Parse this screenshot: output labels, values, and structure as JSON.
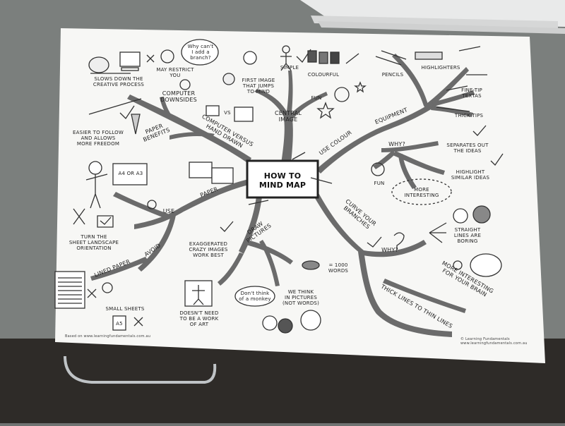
{
  "photo": {
    "background": "Photo of a printed mind map sheet on a desk"
  },
  "center": {
    "title": "HOW TO\nMIND MAP"
  },
  "labels": {
    "computer_downsides": "COMPUTER\nDOWNSIDES",
    "slows_down": "SLOWS DOWN THE\nCREATIVE PROCESS",
    "may_restrict": "MAY RESTRICT\nYOU",
    "bubble_branch": "Why can't\nI add a\nbranch?",
    "first_image": "FIRST IMAGE\nTHAT JUMPS\nTO MIND",
    "simple": "SIMPLE",
    "colourful": "COLOURFUL",
    "central_image": "CENTRAL\nIMAGE",
    "fun_top": "FUN",
    "computer_vs": "COMPUTER VERSUS\nHAND DRAWN",
    "vs": "VS",
    "paper_benefits": "PAPER\nBENEFITS",
    "easier": "EASIER TO FOLLOW\nAND ALLOWS\nMORE FREEDOM",
    "a4_or_a3": "A4 OR A3",
    "paper": "PAPER",
    "use": "USE",
    "turn_sheet": "TURN THE\nSHEET LANDSCAPE\nORIENTATION",
    "avoid": "AVOID",
    "lined_paper": "LINED PAPER",
    "small_sheets": "SMALL SHEETS",
    "a5": "A5",
    "exaggerated": "EXAGGERATED\nCRAZY IMAGES\nWORK BEST",
    "draw_pictures": "DRAW\nPICTURES",
    "doesnt_need": "DOESN'T NEED\nTO BE A WORK\nOF ART",
    "bubble_monkey": "Don't think\nof a monkey",
    "we_think": "WE THINK\nIN PICTURES\n(NOT WORDS)",
    "thousand_words": "= 1000\nWORDS",
    "use_colour": "USE COLOUR",
    "equipment": "EQUIPMENT",
    "pencils": "PENCILS",
    "highlighters": "HIGHLIGHTERS",
    "fine_tip": "FINE-TIP\nTEXTAS",
    "thick_tips": "THICK TIPS",
    "why_top": "WHY?",
    "separates": "SEPARATES OUT\nTHE IDEAS",
    "highlight_similar": "HIGHLIGHT\nSIMILAR IDEAS",
    "fun_mid": "FUN",
    "more_interesting": "MORE\nINTERESTING",
    "curve_branches": "CURVE YOUR\nBRANCHES",
    "why_bottom": "WHY?",
    "straight_lines": "STRAIGHT\nLINES ARE\nBORING",
    "more_interesting_brain": "MORE INTERESTING\nFOR YOUR BRAIN",
    "thick_to_thin": "THICK LINES TO THIN LINES",
    "footer_left": "Based on www.learningfundamentals.com.au",
    "footer_right": "© Learning Fundamentals\nwww.learningfundamentals.com.au"
  }
}
